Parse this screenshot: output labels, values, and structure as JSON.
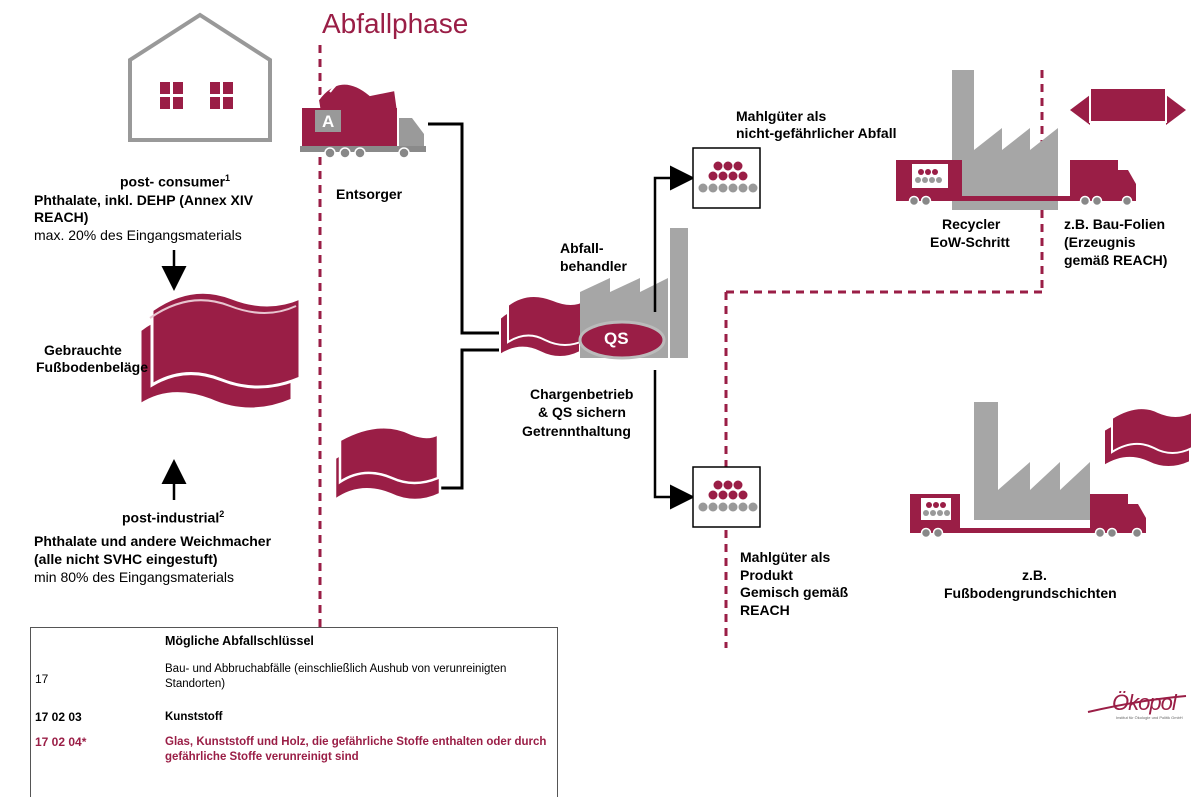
{
  "title": "Abfallphase",
  "truck_label": "A",
  "left": {
    "post_consumer": "post- consumer",
    "post_consumer_sup": "1",
    "pc_line1": "Phthalate, inkl. DEHP (Annex XIV",
    "pc_line2": "REACH)",
    "pc_line3": "max. 20% des Eingangsmaterials",
    "floor_line1": "Gebrauchte",
    "floor_line2": "Fußbodenbeläge",
    "post_industrial": "post-industrial",
    "post_industrial_sup": "2",
    "pi_line1": "Phthalate und andere Weichmacher",
    "pi_line2": "(alle nicht SVHC eingestuft)",
    "pi_line3": "min 80% des Eingangsmaterials"
  },
  "middle": {
    "entsorger": "Entsorger",
    "abfall_line1": "Abfall-",
    "abfall_line2": "behandler",
    "qs": "QS",
    "charge_line1": "Chargenbetrieb",
    "charge_line2": "& QS sichern",
    "charge_line3": "Getrennthaltung"
  },
  "right": {
    "mahl_top_line1": "Mahlgüter als",
    "mahl_top_line2": "nicht-gefährlicher Abfall",
    "recycler_line1": "Recycler",
    "recycler_line2": "EoW-Schritt",
    "bau_line1": "z.B. Bau-Folien",
    "bau_line2": "(Erzeugnis",
    "bau_line3": "gemäß REACH)",
    "mahl_bottom_line1": "Mahlgüter als",
    "mahl_bottom_line2": "Produkt",
    "mahl_bottom_line3": "Gemisch gemäß",
    "mahl_bottom_line4": "REACH",
    "fuss_line1": "z.B.",
    "fuss_line2": "Fußbodengrundschichten"
  },
  "table": {
    "header": "Mögliche Abfallschlüssel",
    "rows": [
      {
        "code": "17",
        "desc": "Bau- und Abbruchabfälle (einschließlich Aushub von verunreinigten Standorten)"
      },
      {
        "code": "17 02 03",
        "desc": "Kunststoff"
      },
      {
        "code": "17 02 04*",
        "desc": "Glas, Kunststoff und Holz, die gefährliche Stoffe enthalten oder durch gefährliche Stoffe verunreinigt sind"
      }
    ]
  },
  "logo": {
    "text": "Ökopol",
    "subtext": "Institut für Ökologie und Politik GmbH"
  },
  "colors": {
    "maroon": "#9a1e46",
    "grey": "#a6a6a6"
  }
}
